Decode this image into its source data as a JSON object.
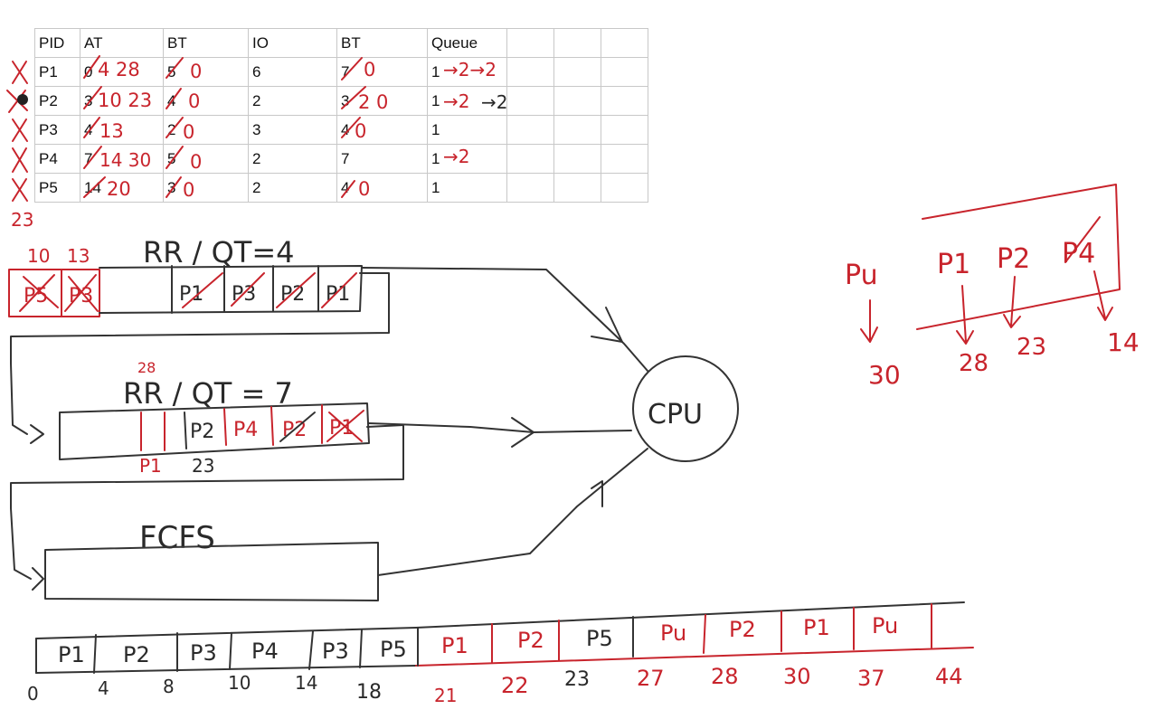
{
  "table": {
    "header": [
      "PID",
      "AT",
      "BT",
      "IO",
      "BT",
      "Queue",
      "",
      "",
      ""
    ],
    "rows": [
      [
        "P1",
        "0",
        "5",
        "6",
        "7",
        "1",
        "",
        "",
        ""
      ],
      [
        "P2",
        "3",
        "4",
        "2",
        "3",
        "1",
        "",
        "",
        ""
      ],
      [
        "P3",
        "4",
        "2",
        "3",
        "4",
        "1",
        "",
        "",
        ""
      ],
      [
        "P4",
        "7",
        "5",
        "2",
        "7",
        "1",
        "",
        "",
        ""
      ],
      [
        "P5",
        "14",
        "3",
        "2",
        "4",
        "1",
        "",
        "",
        ""
      ]
    ]
  },
  "handwriting": {
    "p1_at": "4 28",
    "p1_bt": "0",
    "p1_bt2": "0",
    "p1_queue": "→2→2",
    "p2_at": "10 23",
    "p2_bt": "0",
    "p2_bt2": "2 0",
    "p2_queue_red": "→2",
    "p2_queue_black": "→2",
    "p3_at": "13",
    "p3_bt": "0",
    "p3_bt2": "0",
    "p4_at": "14 30",
    "p4_bt": "0",
    "p4_queue": "→2",
    "p5_at": "20",
    "p5_bt": "0",
    "p5_bt2": "0",
    "left_23": "23"
  },
  "queues": {
    "q1_label": "RR / QT=4",
    "q1_cells": [
      "P1",
      "P3",
      "P2",
      "P1"
    ],
    "q1_side_cells": [
      "P5",
      "P3"
    ],
    "q1_side_numbers": [
      "10",
      "13"
    ],
    "q2_label": "RR / QT = 7",
    "q2_top_number": "28",
    "q2_cells": [
      "P2",
      "P4",
      "P2",
      "P1"
    ],
    "q2_below": [
      "P1",
      "23"
    ],
    "q3_label": "FCFS",
    "cpu_label": "CPU"
  },
  "right_note": {
    "left_proc": "Pu",
    "left_time": "30",
    "boxed": [
      {
        "proc": "P1",
        "time": "28"
      },
      {
        "proc": "P2",
        "time": "23"
      },
      {
        "proc": "P4",
        "time": "14"
      }
    ]
  },
  "gantt": {
    "black_cells": [
      "P1",
      "P2",
      "P3",
      "P4",
      "P3",
      "P5"
    ],
    "red_cells": [
      "P1",
      "P2"
    ],
    "black_cell_after": "P5",
    "red_cells_tail": [
      "Pu",
      "P2",
      "P1",
      "Pu"
    ],
    "times_black": [
      "0",
      "4",
      "8",
      "10",
      "14",
      "18"
    ],
    "times_red": [
      "21",
      "22",
      "27",
      "28",
      "30",
      "37",
      "44"
    ],
    "time_23": "23"
  }
}
